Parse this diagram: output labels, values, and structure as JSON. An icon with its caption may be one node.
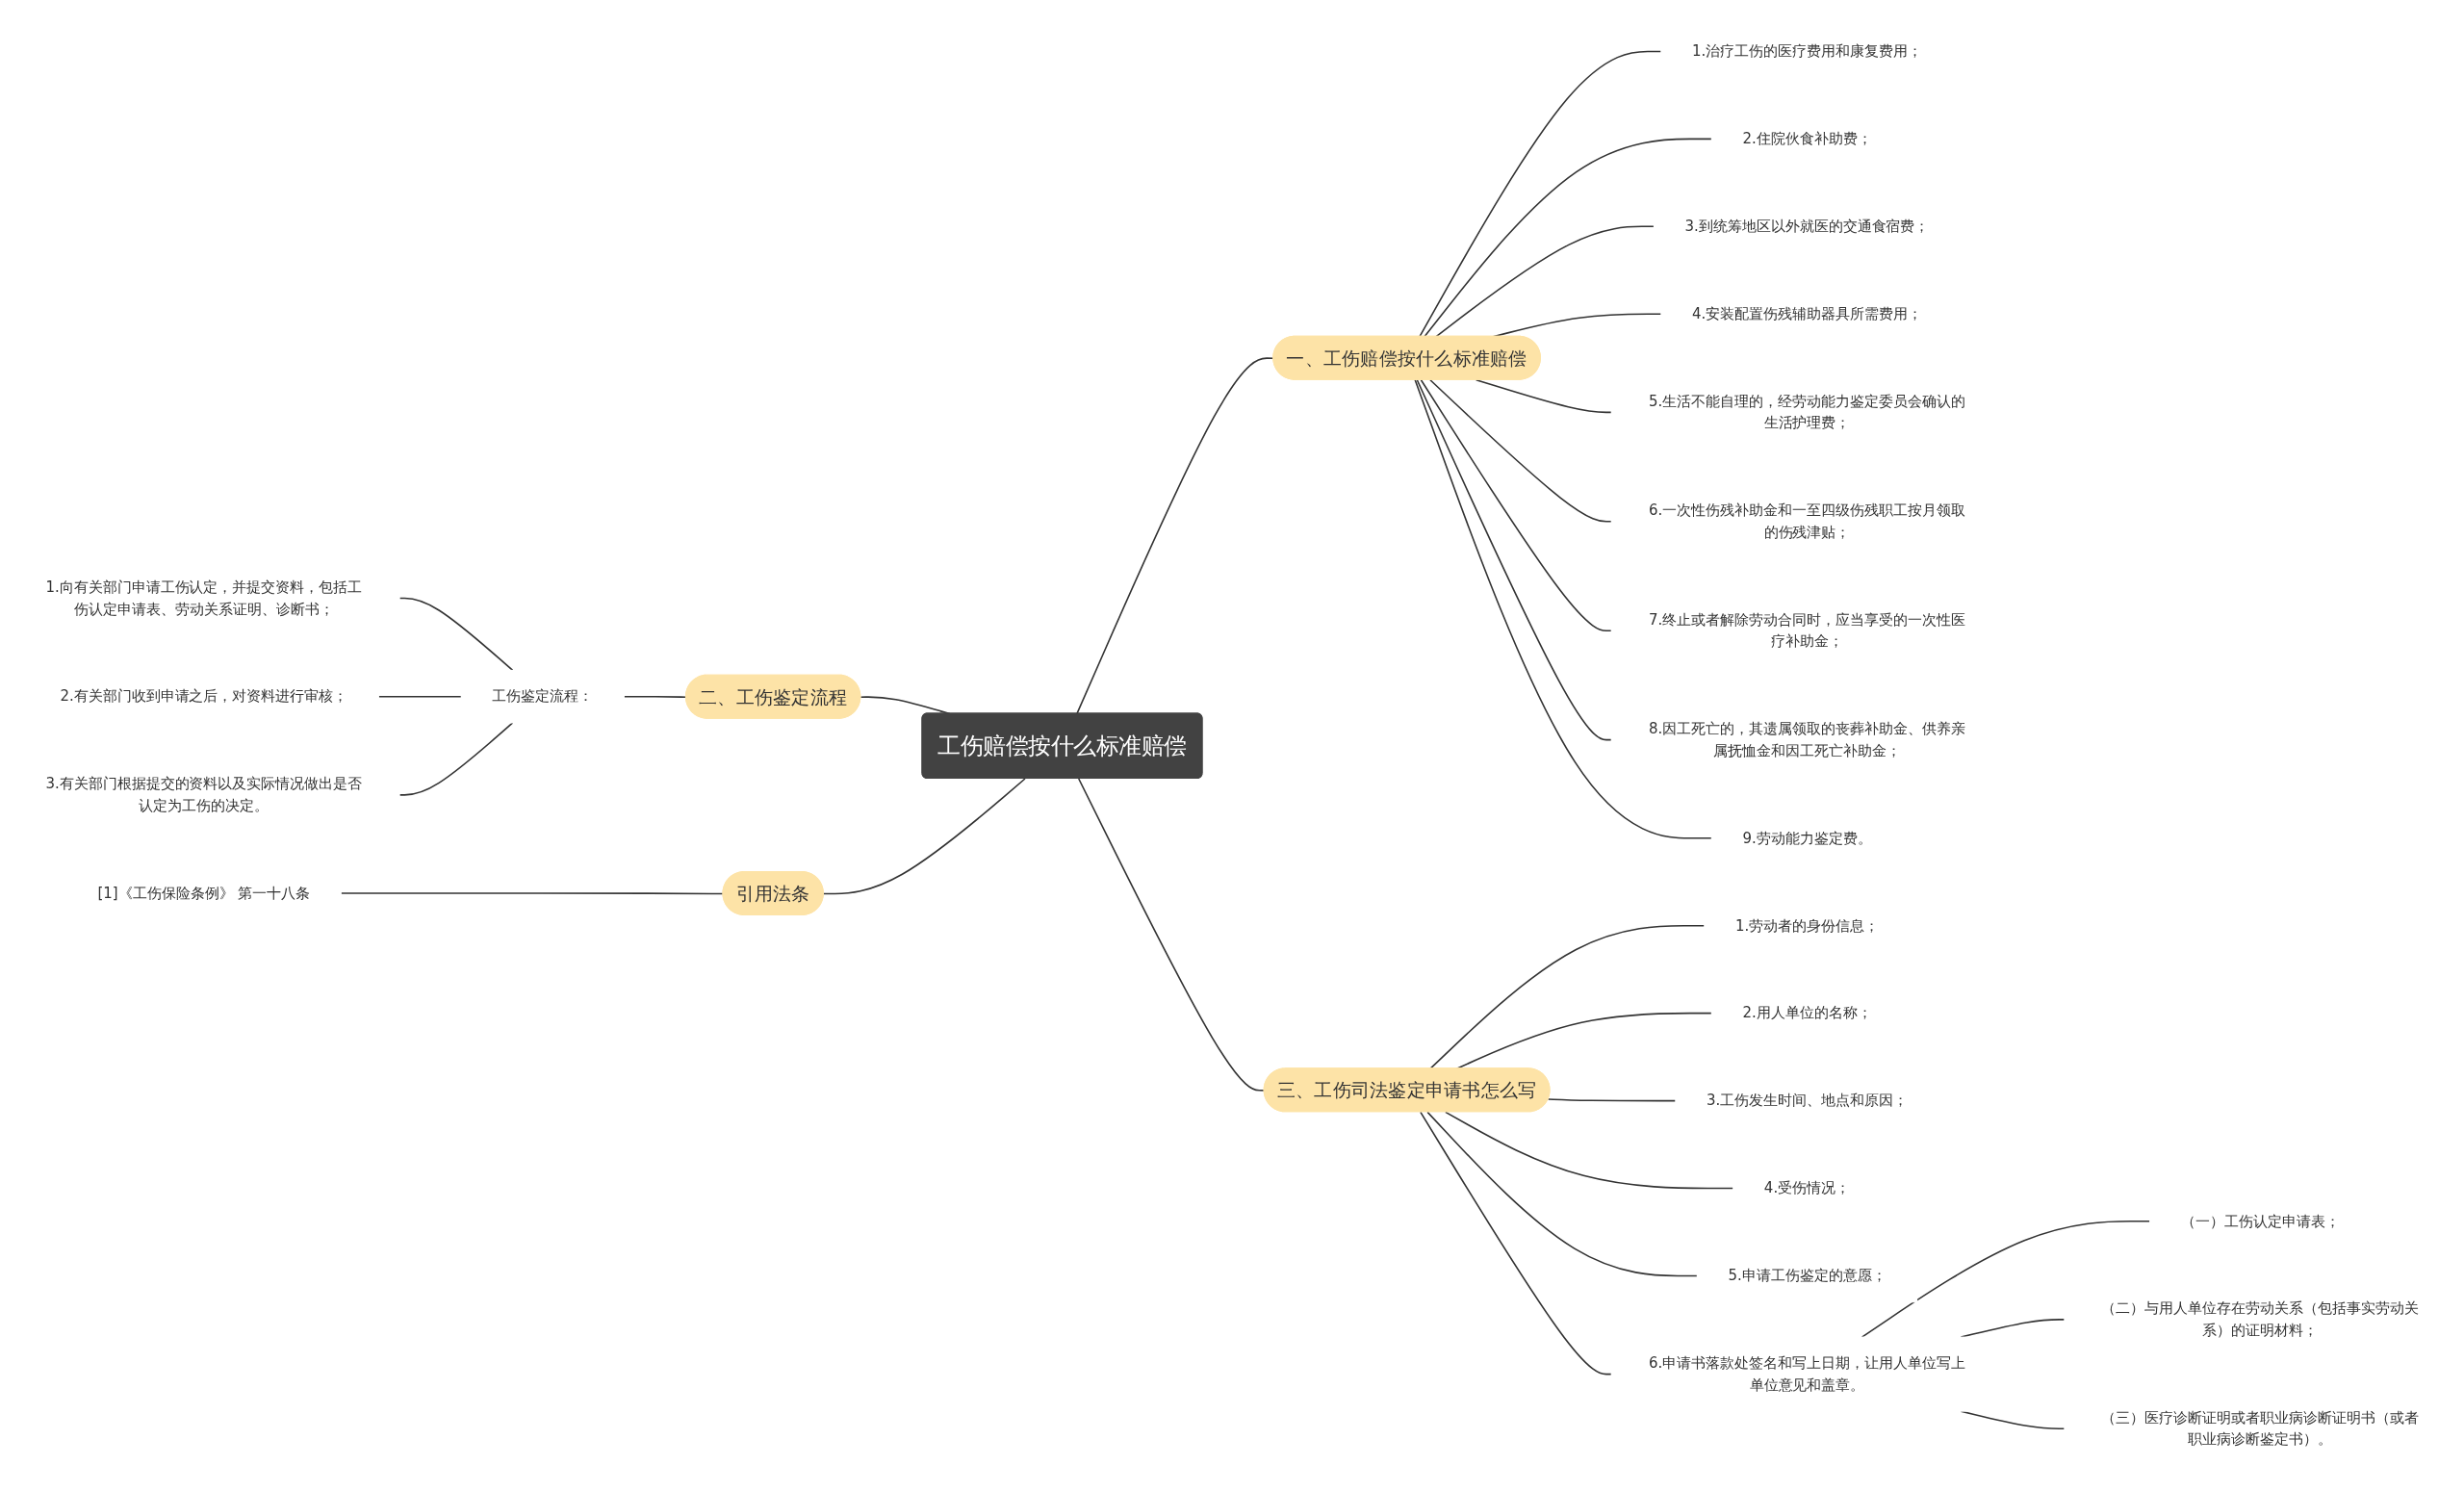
{
  "diagram": {
    "nodes": [
      {
        "text": [
          "工伤赔偿按什么标准赔偿"
        ]
      },
      {
        "text": [
          "一、工伤赔偿按什么标准赔偿"
        ]
      },
      {
        "text": [
          "1.治疗工伤的医疗费用和康复费用；"
        ]
      },
      {
        "text": [
          "2.住院伙食补助费；"
        ]
      },
      {
        "text": [
          "3.到统筹地区以外就医的交通食宿费；"
        ]
      },
      {
        "text": [
          "4.安装配置伤残辅助器具所需费用；"
        ]
      },
      {
        "text": [
          "5.生活不能自理的，经劳动能力鉴定委员会确认的生活护理费；"
        ]
      },
      {
        "text": [
          "6.一次性伤残补助金和一至四级伤残职工按月领取的伤残津贴；"
        ]
      },
      {
        "text": [
          "7.终止或者解除劳动合同时，应当享受的一次性医疗补助金；"
        ]
      },
      {
        "text": [
          "8.因工死亡的，其遗属领取的丧葬补助金、供养亲属抚恤金和因工死亡补助金；"
        ]
      },
      {
        "text": [
          "9.劳动能力鉴定费。"
        ]
      },
      {
        "text": [
          "二、工伤鉴定流程"
        ]
      },
      {
        "text": [
          "工伤鉴定流程："
        ]
      },
      {
        "text": [
          "1.向有关部门申请工伤认定，并提交资料，包括工伤认定申请表、劳动关系证明、诊断书；"
        ]
      },
      {
        "text": [
          "2.有关部门收到申请之后，对资料进行审核；"
        ]
      },
      {
        "text": [
          "3.有关部门根据提交的资料以及实际情况做出是否认定为工伤的决定。"
        ]
      },
      {
        "text": [
          "引用法条"
        ]
      },
      {
        "text": [
          "[1]《工伤保险条例》 第一十八条"
        ]
      },
      {
        "text": [
          "三、工伤司法鉴定申请书怎么写"
        ]
      },
      {
        "text": [
          "1.劳动者的身份信息；"
        ]
      },
      {
        "text": [
          "2.用人单位的名称；"
        ]
      },
      {
        "text": [
          "3.工伤发生时间、地点和原因；"
        ]
      },
      {
        "text": [
          "4.受伤情况；"
        ]
      },
      {
        "text": [
          "5.申请工伤鉴定的意愿；"
        ]
      },
      {
        "text": [
          "6.申请书落款处签名和写上日期，让用人单位写上单位意见和盖章。"
        ]
      },
      {
        "text": [
          "（一）工伤认定申请表；"
        ]
      },
      {
        "text": [
          "（二）与用人单位存在劳动关系（包括事实劳动关系）的证明材料；"
        ]
      },
      {
        "text": [
          "（三）医疗诊断证明或者职业病诊断证明书（或者职业病诊断鉴定书）。"
        ]
      }
    ],
    "edges": [
      {
        "from": 0,
        "to": 1,
        "arrow": "none"
      },
      {
        "from": 1,
        "to": 2,
        "arrow": "none"
      },
      {
        "from": 1,
        "to": 3,
        "arrow": "none"
      },
      {
        "from": 1,
        "to": 4,
        "arrow": "none"
      },
      {
        "from": 1,
        "to": 5,
        "arrow": "none"
      },
      {
        "from": 1,
        "to": 6,
        "arrow": "none"
      },
      {
        "from": 1,
        "to": 7,
        "arrow": "none"
      },
      {
        "from": 1,
        "to": 8,
        "arrow": "none"
      },
      {
        "from": 1,
        "to": 9,
        "arrow": "none"
      },
      {
        "from": 1,
        "to": 10,
        "arrow": "none"
      },
      {
        "from": 0,
        "to": 11,
        "arrow": "none"
      },
      {
        "from": 11,
        "to": 12,
        "arrow": "none"
      },
      {
        "from": 12,
        "to": 13,
        "arrow": "none"
      },
      {
        "from": 12,
        "to": 14,
        "arrow": "none"
      },
      {
        "from": 12,
        "to": 15,
        "arrow": "none"
      },
      {
        "from": 0,
        "to": 16,
        "arrow": "none"
      },
      {
        "from": 16,
        "to": 17,
        "arrow": "none"
      },
      {
        "from": 0,
        "to": 18,
        "arrow": "none"
      },
      {
        "from": 18,
        "to": 19,
        "arrow": "none"
      },
      {
        "from": 18,
        "to": 20,
        "arrow": "none"
      },
      {
        "from": 18,
        "to": 21,
        "arrow": "none"
      },
      {
        "from": 18,
        "to": 22,
        "arrow": "none"
      },
      {
        "from": 18,
        "to": 23,
        "arrow": "none"
      },
      {
        "from": 18,
        "to": 24,
        "arrow": "none"
      },
      {
        "from": 24,
        "to": 25,
        "arrow": "none"
      },
      {
        "from": 24,
        "to": 26,
        "arrow": "none"
      },
      {
        "from": 24,
        "to": 27,
        "arrow": "none"
      }
    ]
  }
}
